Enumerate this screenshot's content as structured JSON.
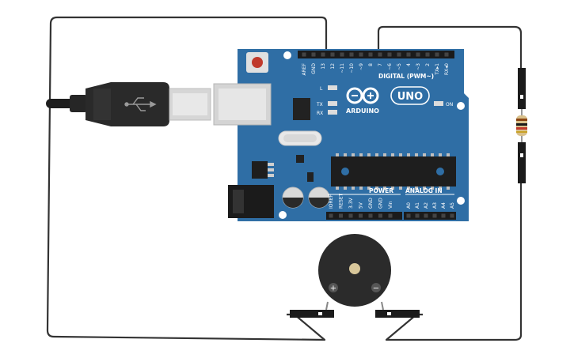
{
  "board": {
    "brand": "ARDUINO",
    "model": "UNO",
    "digital_header_label": "DIGITAL (PWM~)",
    "power_header_label": "POWER",
    "analog_header_label": "ANALOG IN",
    "on_label": "ON",
    "led_l_label": "L",
    "led_tx_label": "TX",
    "led_rx_label": "RX",
    "digital_pins": [
      "AREF",
      "GND",
      "13",
      "12",
      "~11",
      "~10",
      "~9",
      "8",
      "7",
      "~6",
      "~5",
      "4",
      "~3",
      "2",
      "TX▸1",
      "RX◂0"
    ],
    "power_pins": [
      "IOREF",
      "RESET",
      "3.3V",
      "5V",
      "GND",
      "GND",
      "Vin"
    ],
    "analog_pins": [
      "A0",
      "A1",
      "A2",
      "A3",
      "A4",
      "A5"
    ]
  },
  "buzzer": {
    "plus_label": "+",
    "minus_label": "−"
  },
  "colors": {
    "board_blue": "#2f6ea5",
    "wire": "#333333",
    "resistor_body": "#d9c08a",
    "buzzer_body": "#2b2b2b",
    "buzzer_center": "#d8c79a"
  }
}
